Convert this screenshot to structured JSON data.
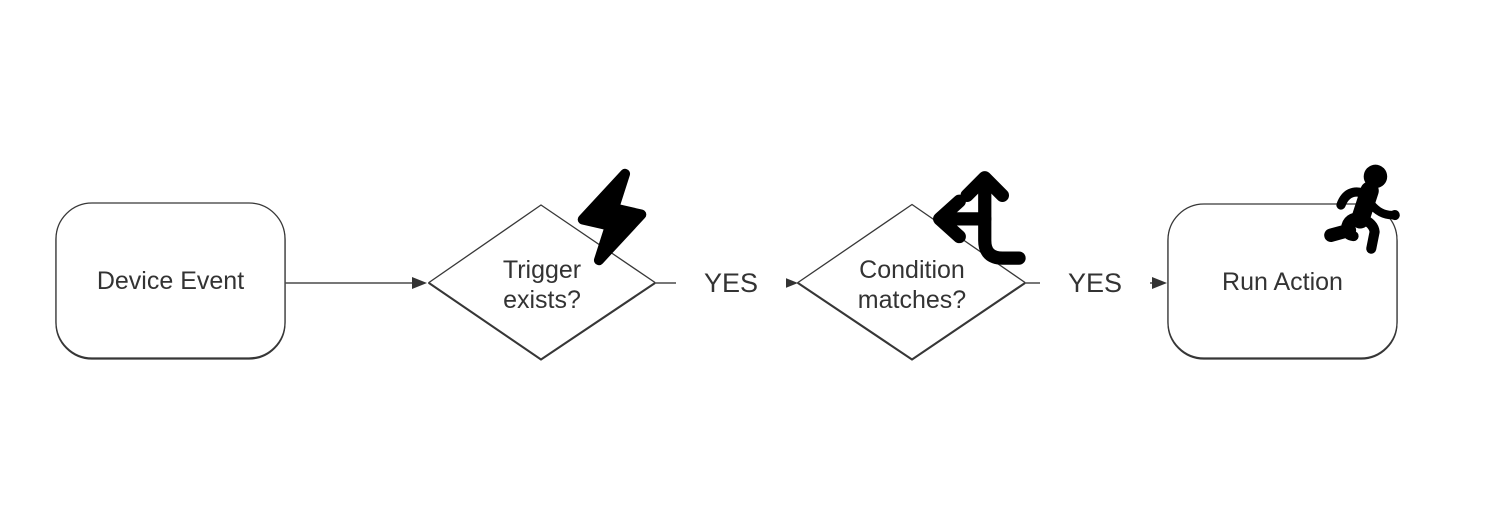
{
  "diagram": {
    "type": "flowchart",
    "direction": "left-to-right",
    "colors": {
      "bg-color": "#ffffff",
      "shape-stroke": "#383838",
      "text-color": "#333333",
      "edge-color": "#4a4a4a",
      "arrow-color": "#333333",
      "icon-color": "#000000"
    },
    "nodes": [
      {
        "id": "device-event",
        "type": "rounded-rectangle",
        "label": "Device Event",
        "icon": null
      },
      {
        "id": "trigger-exists",
        "type": "decision-diamond",
        "label": "Trigger exists?",
        "icon": "lightning-bolt-icon"
      },
      {
        "id": "condition-matches",
        "type": "decision-diamond",
        "label": "Condition matches?",
        "icon": "directions-fork-icon"
      },
      {
        "id": "run-action",
        "type": "rounded-rectangle",
        "label": "Run Action",
        "icon": "running-person-icon"
      }
    ],
    "edges": [
      {
        "from": "device-event",
        "to": "trigger-exists",
        "label": ""
      },
      {
        "from": "trigger-exists",
        "to": "condition-matches",
        "label": "YES"
      },
      {
        "from": "condition-matches",
        "to": "run-action",
        "label": "YES"
      }
    ]
  }
}
